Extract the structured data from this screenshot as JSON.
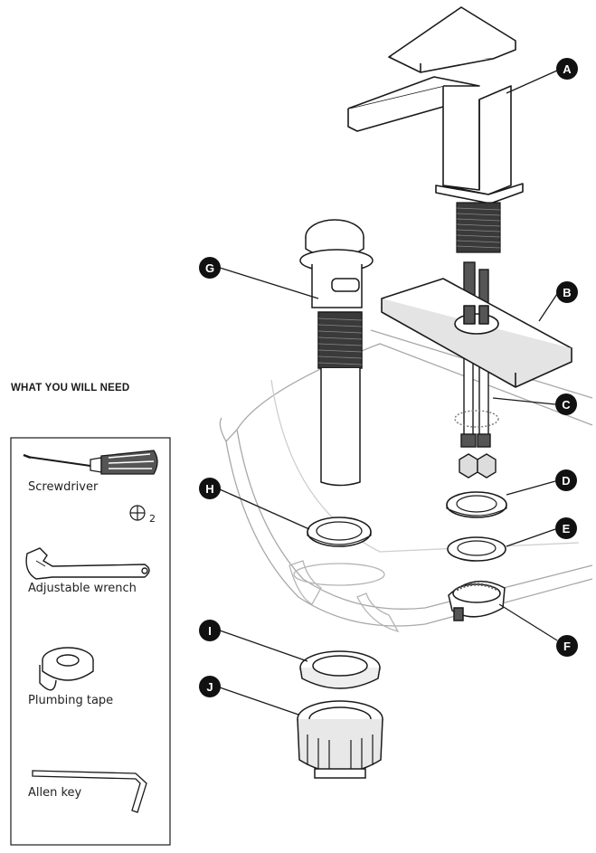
{
  "heading": "WHAT YOU WILL NEED",
  "tools": [
    {
      "label": "Screwdriver",
      "icon": "screwdriver-icon"
    },
    {
      "label": "Adjustable wrench",
      "icon": "wrench-icon"
    },
    {
      "label": "Plumbing tape",
      "icon": "tape-icon"
    },
    {
      "label": "Allen key",
      "icon": "allen-key-icon"
    }
  ],
  "screw_size": "2",
  "callouts": [
    "A",
    "B",
    "C",
    "D",
    "E",
    "F",
    "G",
    "H",
    "I",
    "J"
  ],
  "colors": {
    "ink": "#1a1a1a",
    "sink": "#9a9a9a",
    "thread": "#3a3a3a",
    "callout": "#111111"
  }
}
